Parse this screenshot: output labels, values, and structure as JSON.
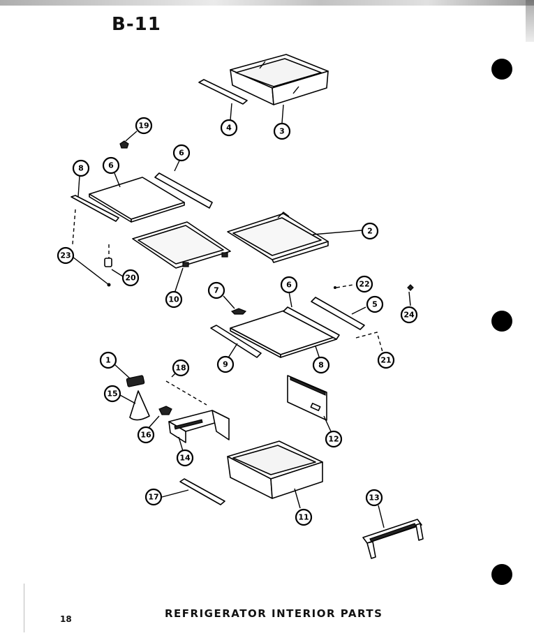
{
  "header": {
    "page_code": "B-11"
  },
  "footer": {
    "title": "REFRIGERATOR  INTERIOR  PARTS",
    "page_number": "18"
  },
  "callouts": [
    {
      "label": "3"
    },
    {
      "label": "4"
    },
    {
      "label": "19"
    },
    {
      "label": "6"
    },
    {
      "label": "6"
    },
    {
      "label": "8"
    },
    {
      "label": "2"
    },
    {
      "label": "23"
    },
    {
      "label": "20"
    },
    {
      "label": "10"
    },
    {
      "label": "7"
    },
    {
      "label": "6"
    },
    {
      "label": "22"
    },
    {
      "label": "5"
    },
    {
      "label": "24"
    },
    {
      "label": "9"
    },
    {
      "label": "8"
    },
    {
      "label": "21"
    },
    {
      "label": "1"
    },
    {
      "label": "18"
    },
    {
      "label": "15"
    },
    {
      "label": "16"
    },
    {
      "label": "12"
    },
    {
      "label": "14"
    },
    {
      "label": "17"
    },
    {
      "label": "11"
    },
    {
      "label": "13"
    }
  ]
}
